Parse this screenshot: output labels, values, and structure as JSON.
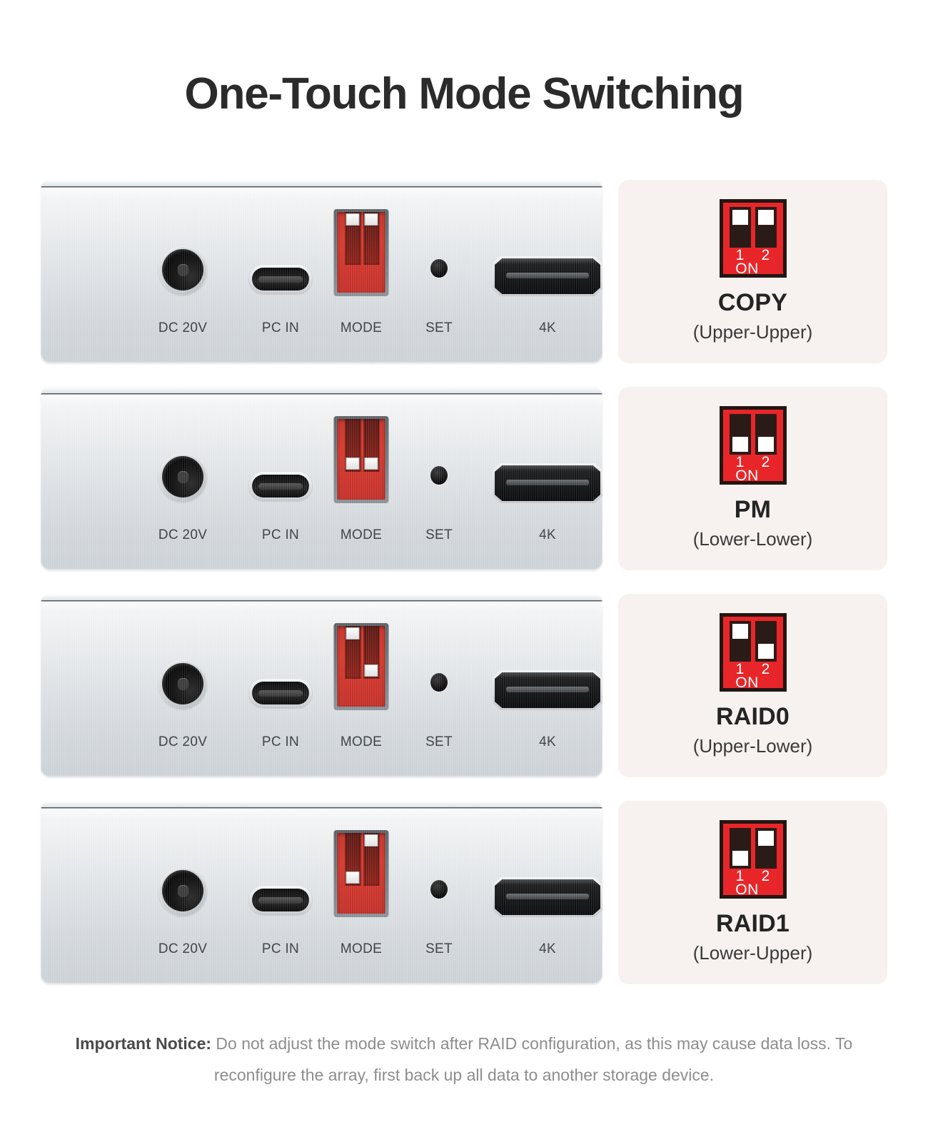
{
  "title": "One-Touch Mode Switching",
  "device": {
    "ports": [
      {
        "label": "DC 20V",
        "icon": "dc-barrel-jack-icon"
      },
      {
        "label": "PC IN",
        "icon": "usb-c-port-icon"
      },
      {
        "label": "MODE",
        "icon": "mode-dip-switch-icon"
      },
      {
        "label": "SET",
        "icon": "set-pinhole-button-icon"
      },
      {
        "label": "4K",
        "icon": "hdmi-port-icon"
      }
    ]
  },
  "dip_labels": {
    "one": "1",
    "two": "2",
    "on": "ON"
  },
  "colors": {
    "dip_red": "#e8262a",
    "dip_frame": "#231612",
    "card_bg": "#f7f2ef",
    "device_silver": "#d7dbdf",
    "mode_switch_red": "#d8392d",
    "title": "#2b2b2b",
    "notice": "#8d8d8d"
  },
  "modes": [
    {
      "name": "COPY",
      "position": "(Upper-Upper)",
      "switch1": "up",
      "switch2": "up"
    },
    {
      "name": "PM",
      "position": "(Lower-Lower)",
      "switch1": "down",
      "switch2": "down"
    },
    {
      "name": "RAID0",
      "position": "(Upper-Lower)",
      "switch1": "up",
      "switch2": "down"
    },
    {
      "name": "RAID1",
      "position": "(Lower-Upper)",
      "switch1": "down",
      "switch2": "up"
    }
  ],
  "notice": {
    "label": "Important Notice:",
    "text": " Do not adjust the mode switch after RAID configuration, as this may cause data loss. To reconfigure the array, first back up all data to another storage device."
  }
}
